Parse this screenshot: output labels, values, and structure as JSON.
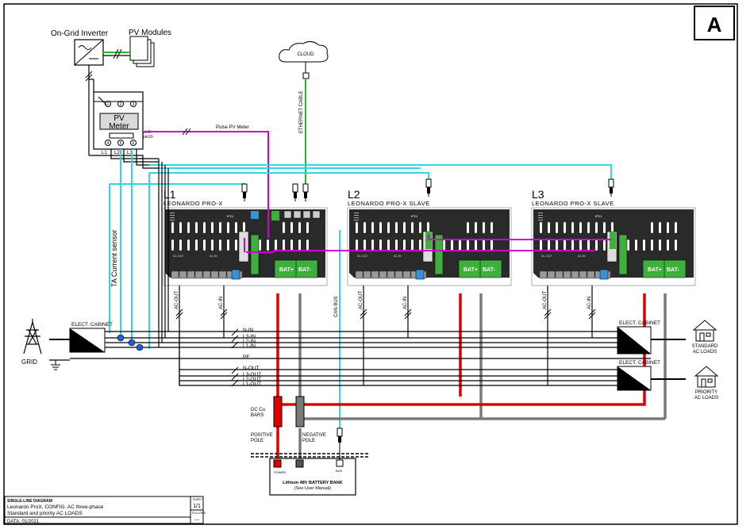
{
  "sheet_letter": "A",
  "top": {
    "inverter_label": "On-Grid Inverter",
    "pv_label": "PV Modules",
    "cloud_label": "CLOUD",
    "ethernet_label": "ETHERNET CABLE",
    "pulse_label": "Pulse PV Meter",
    "meter_label": "PV\nMeter",
    "meter_pins": [
      "pin9+",
      "pin10-"
    ],
    "meter_terminals_top": [
      "1",
      "2",
      "3"
    ],
    "meter_terminals_bot": [
      "4",
      "5",
      "6"
    ],
    "meter_lines": [
      "L1",
      "L2",
      "L3"
    ]
  },
  "ta_label": "TA Current sensor",
  "units": [
    {
      "phase": "L1",
      "model": "LEONARDO PRO-X"
    },
    {
      "phase": "L2",
      "model": "LEONARDO PRO-X SLAVE"
    },
    {
      "phase": "L3",
      "model": "LEONARDO PRO-X SLAVE"
    }
  ],
  "unit_labels": {
    "bat_plus": "BAT+",
    "bat_minus": "BAT-",
    "ac_out": "AC-OUT",
    "ac_in": "AC-IN",
    "ip": "IP21"
  },
  "can_bus": "CAN BUS",
  "grid_label": "GRID",
  "cabinet_label": "ELECT. CABINET",
  "lines_in": [
    "N-IN",
    "L3-IN",
    "L2-IN",
    "L1-IN"
  ],
  "pe_label": "PE",
  "lines_out": [
    "N-OUT",
    "L3-OUT",
    "L2-OUT",
    "L1-OUT"
  ],
  "loads": {
    "standard": "STANDARD\nAC LOADS",
    "priority": "PRIORITY\nAC LOADS"
  },
  "dc": {
    "bars": "DC Cu\nBARS",
    "positive": "POSITIVE\nPOLE",
    "negative": "NEGATIVE\nPOLE"
  },
  "battery": {
    "title": "Lithium 48V BATTERY BANK",
    "subtitle": "(See User Manual)",
    "power": "POWER",
    "bus": "BUS"
  },
  "title_block": {
    "heading": "SINGLE-LINE DIAGRAM",
    "line1": "Leonardo ProX, CONFIG. AC three-phase",
    "line2": "Standard and priority AC LOADS",
    "date": "DATA: 01/2021",
    "sheet_label": "SHEET",
    "sheet": "1/1",
    "follows_label": "FOLLOWS",
    "follows": "---"
  },
  "colors": {
    "red": "#e00000",
    "gray": "#7a7a7a",
    "cyan": "#33d6e6",
    "magenta": "#d000d0",
    "green": "#22bb22",
    "unit": "#2a2a2a",
    "terminal_green": "#3fae3f"
  }
}
